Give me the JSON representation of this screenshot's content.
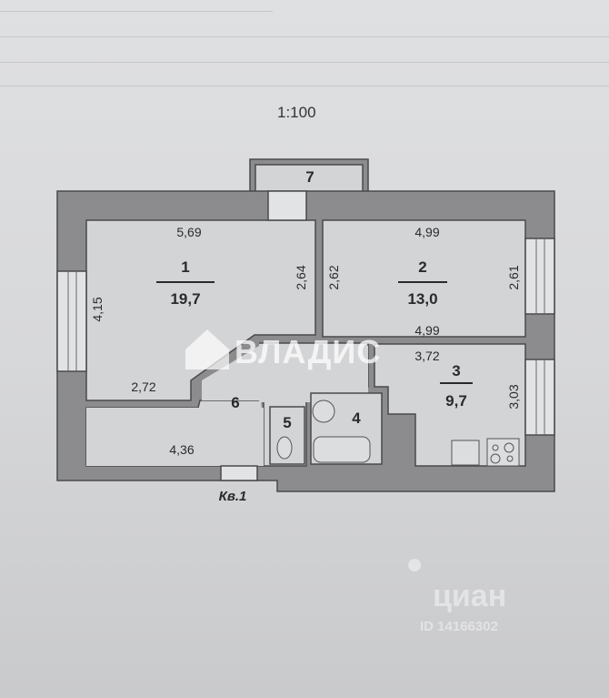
{
  "scale": "1:100",
  "apartment_label": "Кв.1",
  "rooms": [
    {
      "number": "1",
      "area": "19,7"
    },
    {
      "number": "2",
      "area": "13,0"
    },
    {
      "number": "3",
      "area": "9,7"
    },
    {
      "number": "4"
    },
    {
      "number": "5"
    },
    {
      "number": "6"
    },
    {
      "number": "7"
    }
  ],
  "dimensions": {
    "room1_top": "5,69",
    "room1_left": "4,15",
    "room1_right": "2,64",
    "room1_bottom": "2,72",
    "room2_top": "4,99",
    "room2_left": "2,62",
    "room2_right": "2,61",
    "room2_bottom": "4,99",
    "room3_top": "3,72",
    "room3_right": "3,03",
    "room6_bottom": "4,36"
  },
  "watermarks": {
    "vladis": "ВЛАДИС",
    "cian": "циан",
    "cian_id": "ID 14166302"
  },
  "colors": {
    "wall": "#8c8c8e",
    "floor": "#d3d4d6",
    "outline": "#4a4a4c"
  }
}
